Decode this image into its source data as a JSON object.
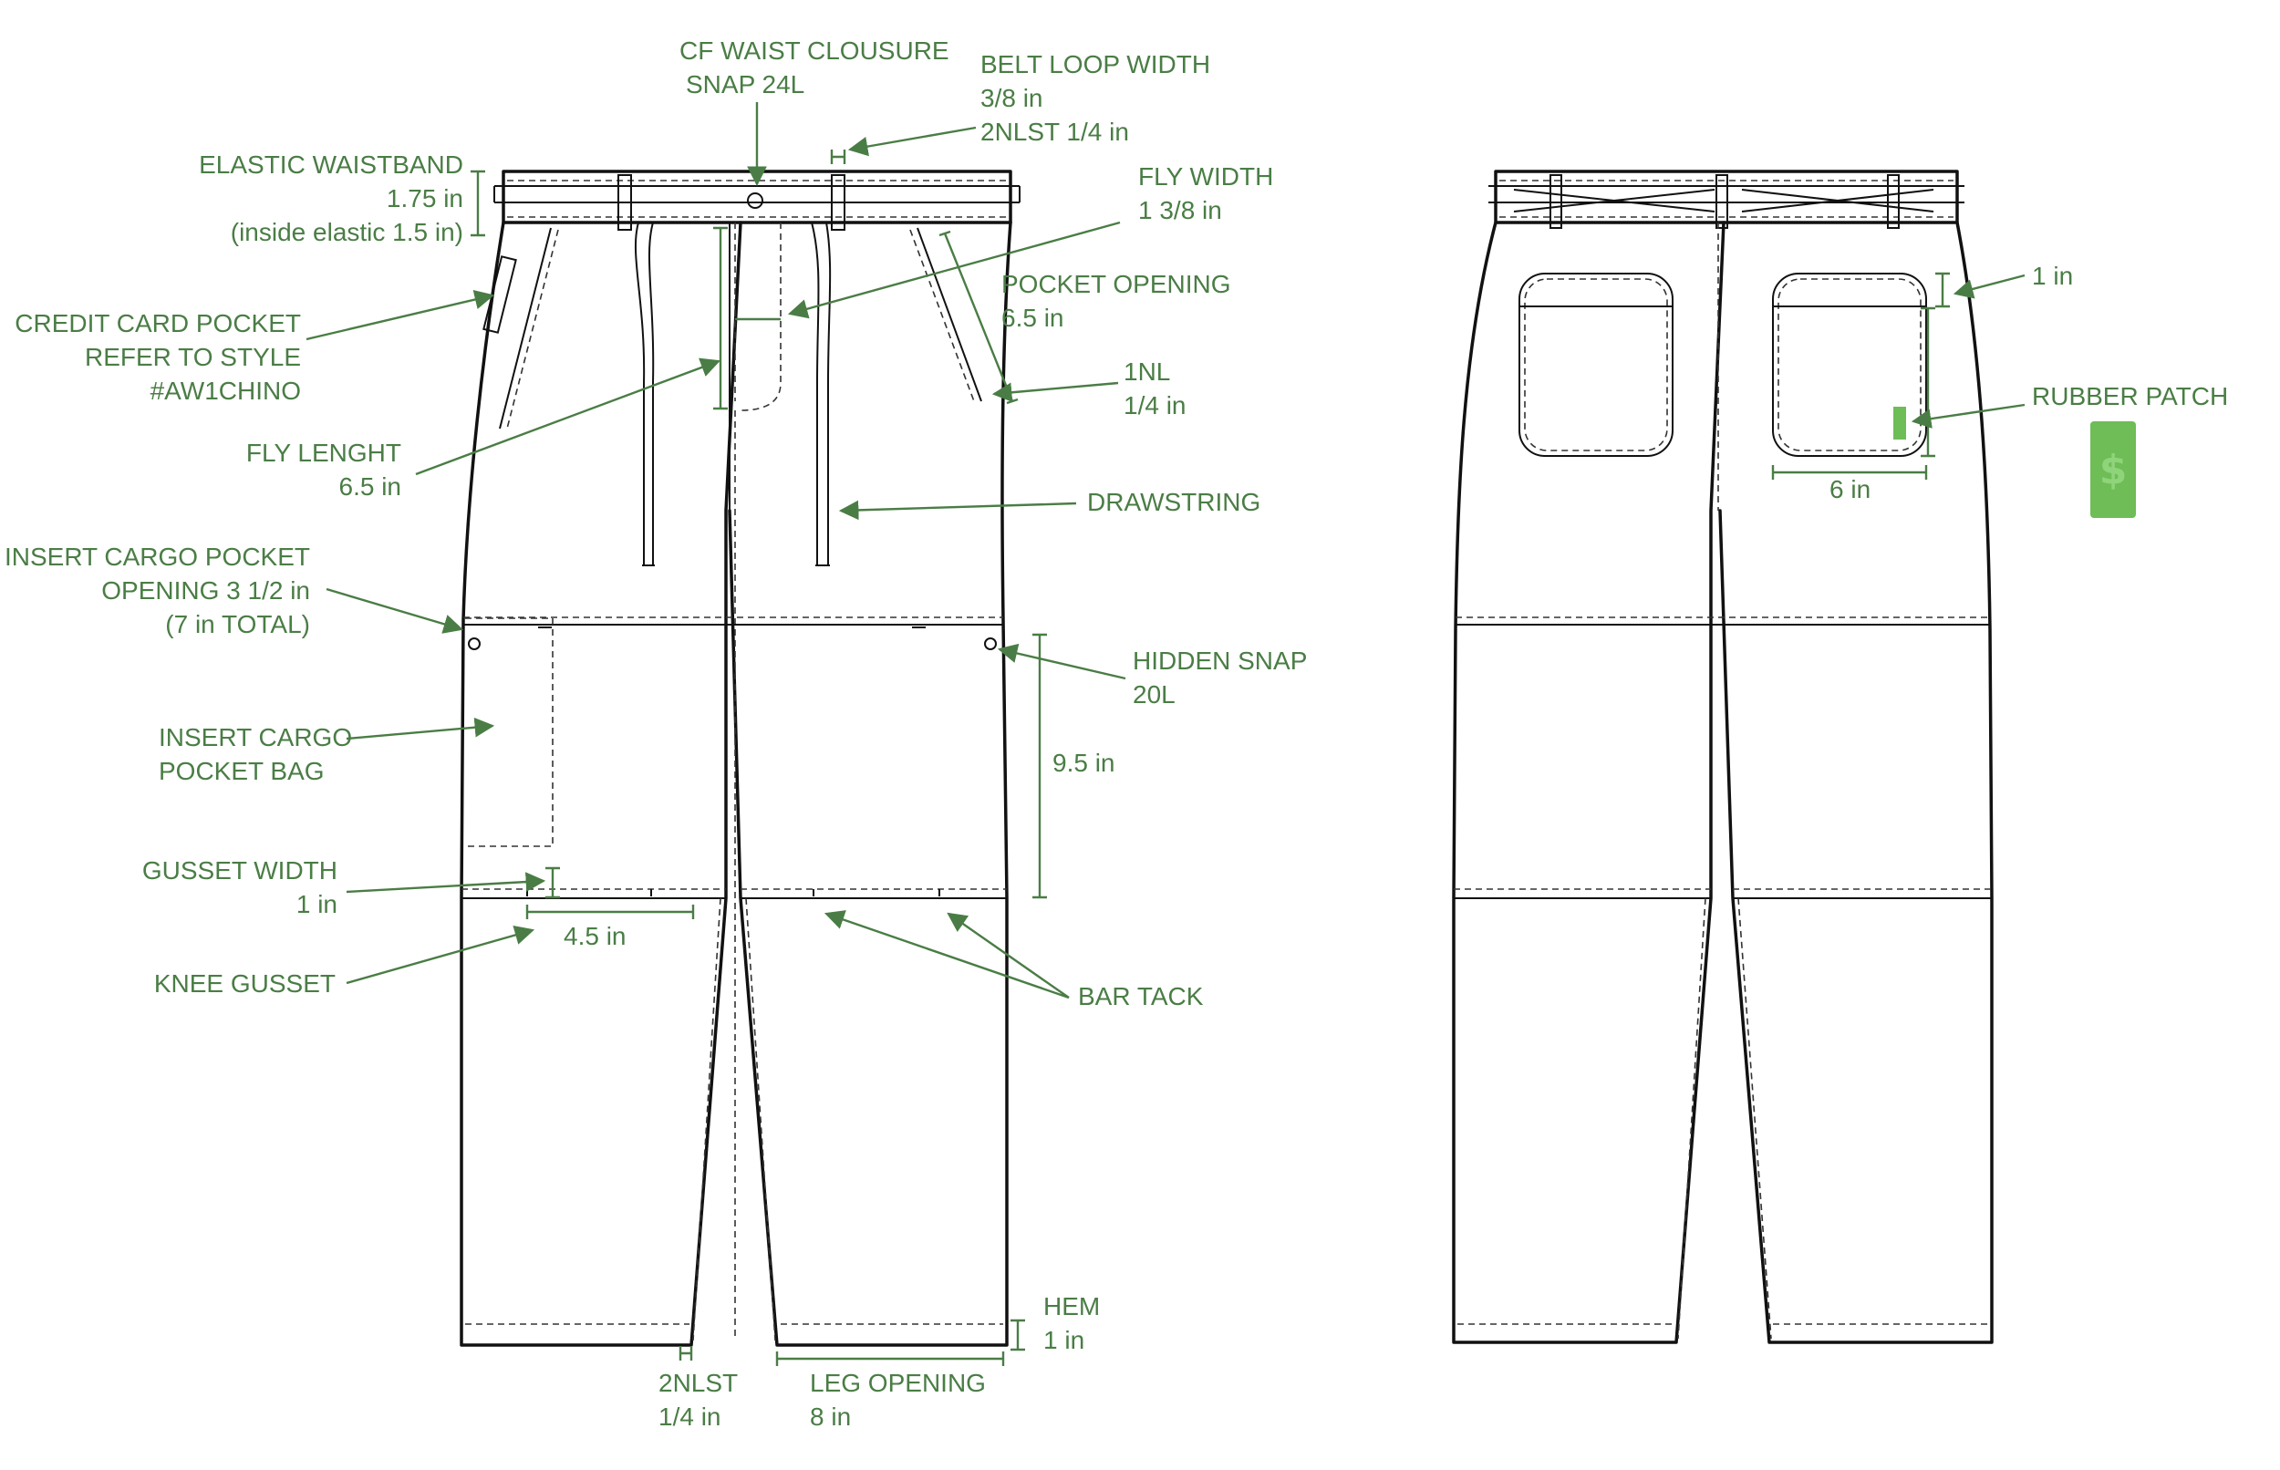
{
  "colors": {
    "annotation": "#4a7d45",
    "outline": "#111111",
    "patch": "#6ebd57"
  },
  "icons": {
    "rubber_patch": "dollar-sign-icon"
  },
  "front": {
    "cf_waist": [
      "CF WAIST CLOUSURE",
      "SNAP 24L"
    ],
    "belt_loop": [
      "BELT LOOP WIDTH",
      "3/8 in",
      "2NLST 1/4 in"
    ],
    "elastic": [
      "ELASTIC WAISTBAND",
      "1.75 in",
      "(inside elastic 1.5 in)"
    ],
    "fly_width": [
      "FLY WIDTH",
      "1 3/8 in"
    ],
    "pocket_opening": [
      "POCKET OPENING",
      "6.5 in"
    ],
    "credit_card": [
      "CREDIT CARD POCKET",
      "REFER TO STYLE",
      "#AW1CHINO"
    ],
    "nl": [
      "1NL",
      "1/4 in"
    ],
    "fly_length": [
      "FLY LENGHT",
      "6.5 in"
    ],
    "drawstring": "DRAWSTRING",
    "cargo_opening": [
      "INSERT CARGO POCKET",
      "OPENING 3 1/2 in",
      "(7 in TOTAL)"
    ],
    "hidden_snap": [
      "HIDDEN SNAP",
      "20L"
    ],
    "cargo_bag": [
      "INSERT CARGO",
      "POCKET BAG"
    ],
    "cargo_height": "9.5 in",
    "gusset_width": [
      "GUSSET WIDTH",
      "1 in"
    ],
    "gusset_span": "4.5 in",
    "knee_gusset": "KNEE GUSSET",
    "bar_tack": "BAR TACK",
    "hem": [
      "HEM",
      "1 in"
    ],
    "nlst": [
      "2NLST",
      "1/4 in"
    ],
    "leg_opening": [
      "LEG OPENING",
      "8 in"
    ]
  },
  "back": {
    "pocket_top": "1 in",
    "rubber_patch": "RUBBER PATCH",
    "pocket_width": "6 in"
  }
}
